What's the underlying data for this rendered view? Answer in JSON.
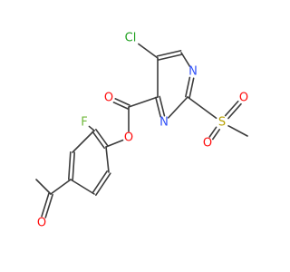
{
  "colors": {
    "bond": "#3c3c3c",
    "carbon": "#3c3c3c",
    "oxygen": "#ff0d0d",
    "nitrogen": "#3050f8",
    "sulfur": "#b8a000",
    "chlorine": "#1fa01f",
    "fluorine": "#6fb83a"
  },
  "atoms": [
    {
      "id": "Cl",
      "label": "Cl",
      "color": "chlorine"
    },
    {
      "id": "N1",
      "label": "N",
      "color": "nitrogen"
    },
    {
      "id": "N3",
      "label": "N",
      "color": "nitrogen"
    },
    {
      "id": "S",
      "label": "S",
      "color": "sulfur"
    },
    {
      "id": "OS1",
      "label": "O",
      "color": "oxygen"
    },
    {
      "id": "OS2",
      "label": "O",
      "color": "oxygen"
    },
    {
      "id": "Oc",
      "label": "O",
      "color": "oxygen"
    },
    {
      "id": "Oe",
      "label": "O",
      "color": "oxygen"
    },
    {
      "id": "F",
      "label": "F",
      "color": "fluorine"
    },
    {
      "id": "Oa",
      "label": "O",
      "color": "oxygen"
    }
  ]
}
